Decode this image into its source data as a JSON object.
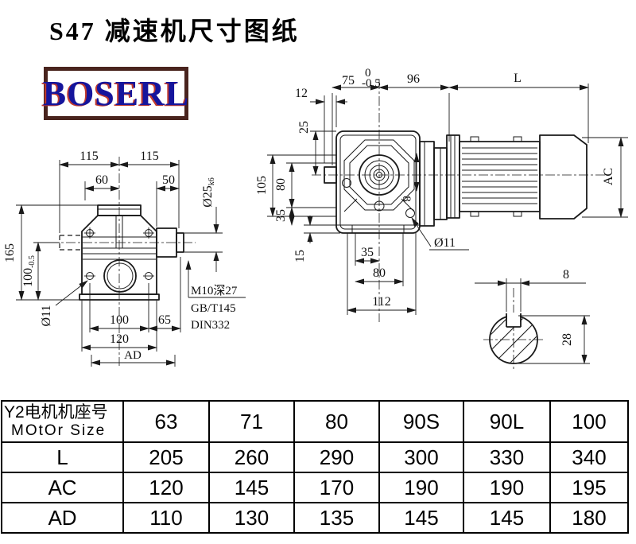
{
  "title": "S47 减速机尺寸图纸",
  "logo": {
    "text": "BOSERL"
  },
  "front_view": {
    "dims": {
      "top_left": "115",
      "top_right": "115",
      "cap_left": "60",
      "cap_right": "50",
      "shaft_dia": "Ø25",
      "shaft_dia_tol": "k6",
      "height": "165",
      "axis_height": "100",
      "axis_height_tol": "-0.5",
      "hole_dia": "Ø11",
      "bolt_span": "100",
      "side": "65",
      "base_width": "120",
      "motor_width": "AD"
    },
    "note_line1": "M10深27",
    "note_line2": "GB/T145",
    "note_line3": "DIN332"
  },
  "side_view": {
    "dims": {
      "front_len": "75",
      "front_len_tol_up": "0",
      "front_len_tol_low": "-0.5",
      "flange_len": "96",
      "motor_len": "L",
      "shaft_ext": "12",
      "top_offset": "25",
      "total_height": "105",
      "axis_to_base": "80",
      "foot_offset": "35",
      "foot_height": "15",
      "hole_to_axis": "35",
      "hole_span": "80",
      "overall_width": "112",
      "hole_dia": "Ø11",
      "key_width": "8",
      "motor_dia": "AC"
    }
  },
  "shaft_detail": {
    "key_width": "8",
    "bore_dia": "28"
  },
  "table": {
    "header_line1": "Y2电机机座号",
    "header_line2": "MOtOr Size",
    "columns": [
      "63",
      "71",
      "80",
      "90S",
      "90L",
      "100"
    ],
    "rows": [
      {
        "label": "L",
        "values": [
          "205",
          "260",
          "290",
          "300",
          "330",
          "340"
        ]
      },
      {
        "label": "AC",
        "values": [
          "120",
          "145",
          "170",
          "190",
          "190",
          "195"
        ]
      },
      {
        "label": "AD",
        "values": [
          "110",
          "130",
          "135",
          "145",
          "145",
          "180"
        ]
      }
    ]
  }
}
